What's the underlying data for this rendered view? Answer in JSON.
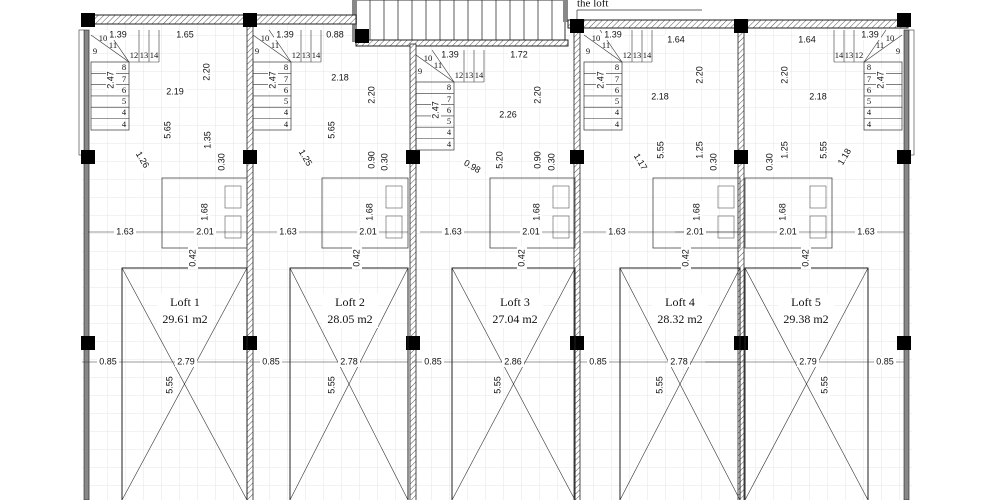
{
  "note": "the loft",
  "stair_steps": [
    "4",
    "4",
    "5",
    "6",
    "7",
    "8",
    "9",
    "10",
    "11",
    "12",
    "13",
    "14"
  ],
  "lofts": [
    {
      "name": "Loft 1",
      "area": "29.61 m2",
      "dims": [
        "1.39",
        "1.65",
        "2.20",
        "2.19",
        "2.47",
        "5.65",
        "1.35",
        "1.26",
        "0.30",
        "1.68",
        "1.63",
        "2.01",
        "0.42",
        "5.55",
        "0.85",
        "2.79"
      ]
    },
    {
      "name": "Loft 2",
      "area": "28.05 m2",
      "dims": [
        "1.39",
        "0.88",
        "2.18",
        "2.47",
        "5.65",
        "2.20",
        "0.90",
        "1.25",
        "0.30",
        "1.68",
        "1.63",
        "2.01",
        "0.42",
        "0.85",
        "2.78",
        "5.55"
      ]
    },
    {
      "name": "Loft 3",
      "area": "27.04 m2",
      "dims": [
        "1.39",
        "1.72",
        "2.47",
        "2.20",
        "2.26",
        "5.20",
        "0.98",
        "0.90",
        "0.30",
        "1.68",
        "1.63",
        "2.01",
        "0.42",
        "0.85",
        "2.86",
        "5.55"
      ]
    },
    {
      "name": "Loft 4",
      "area": "28.32 m2",
      "dims": [
        "1.39",
        "1.64",
        "2.20",
        "2.47",
        "2.18",
        "5.55",
        "1.25",
        "1.17",
        "0.30",
        "1.68",
        "1.63",
        "2.01",
        "0.42",
        "0.85",
        "2.78",
        "5.55"
      ]
    },
    {
      "name": "Loft 5",
      "area": "29.38 m2",
      "dims": [
        "1.64",
        "1.39",
        "2.20",
        "2.18",
        "2.47",
        "5.55",
        "1.25",
        "1.18",
        "0.30",
        "1.68",
        "2.01",
        "1.63",
        "0.42",
        "2.79",
        "0.85",
        "5.55"
      ]
    }
  ],
  "last_dim": "0.85"
}
